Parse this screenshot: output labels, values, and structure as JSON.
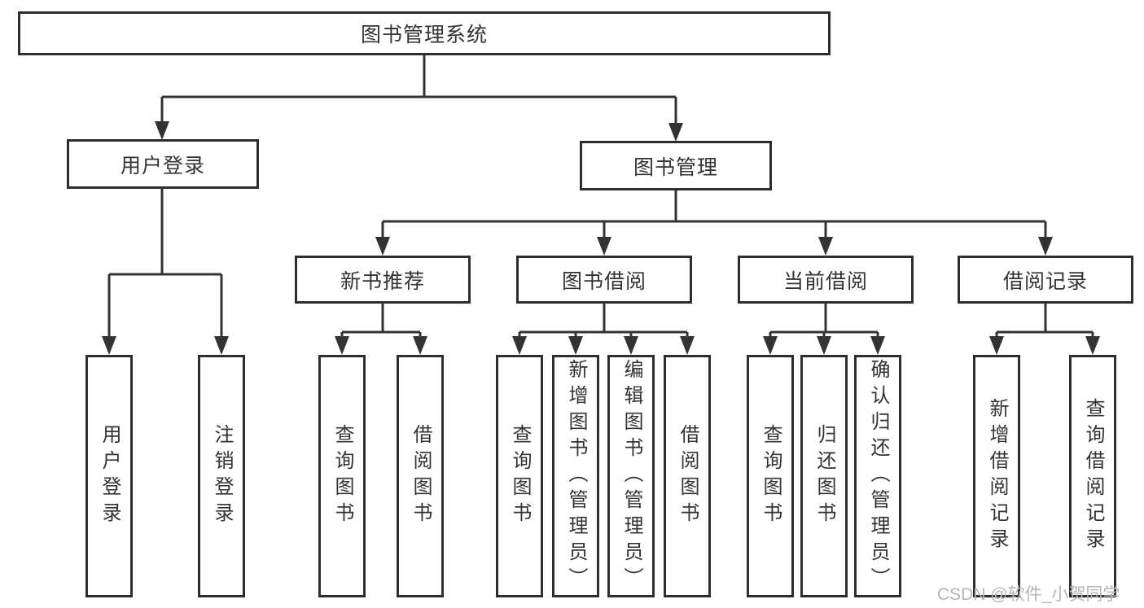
{
  "tree": {
    "root": {
      "label": "图书管理系统"
    },
    "branches": [
      {
        "label": "用户登录",
        "children": [
          {
            "label": "用户登录"
          },
          {
            "label": "注销登录"
          }
        ]
      },
      {
        "label": "图书管理",
        "groups": [
          {
            "label": "新书推荐",
            "children": [
              {
                "label": "查询图书"
              },
              {
                "label": "借阅图书"
              }
            ]
          },
          {
            "label": "图书借阅",
            "children": [
              {
                "label": "查询图书"
              },
              {
                "label": "新增图书（管理员）"
              },
              {
                "label": "编辑图书（管理员）"
              },
              {
                "label": "借阅图书"
              }
            ]
          },
          {
            "label": "当前借阅",
            "children": [
              {
                "label": "查询图书"
              },
              {
                "label": "归还图书"
              },
              {
                "label": "确认归还（管理员）"
              }
            ]
          },
          {
            "label": "借阅记录",
            "children": [
              {
                "label": "新增借阅记录"
              },
              {
                "label": "查询借阅记录"
              }
            ]
          }
        ]
      }
    ]
  },
  "watermark": "CSDN @软件_小贺同学",
  "colors": {
    "line": "#333333",
    "box_border": "#2d2d2d",
    "text": "#333333",
    "watermark": "#b5b5b5",
    "background": "#ffffff"
  }
}
